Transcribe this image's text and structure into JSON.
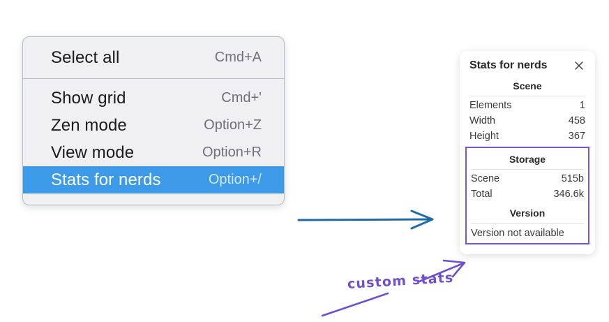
{
  "menu": {
    "groups": [
      {
        "items": [
          {
            "label": "Select all",
            "shortcut": "Cmd+A",
            "selected": false,
            "name": "select-all"
          }
        ]
      },
      {
        "items": [
          {
            "label": "Show grid",
            "shortcut": "Cmd+'",
            "selected": false,
            "name": "show-grid"
          },
          {
            "label": "Zen mode",
            "shortcut": "Option+Z",
            "selected": false,
            "name": "zen-mode"
          },
          {
            "label": "View mode",
            "shortcut": "Option+R",
            "selected": false,
            "name": "view-mode"
          },
          {
            "label": "Stats for nerds",
            "shortcut": "Option+/",
            "selected": true,
            "name": "stats-for-nerds"
          }
        ]
      }
    ],
    "highlight_color": "#3c9ae8",
    "background_color": "#f0f0f2"
  },
  "stats_panel": {
    "title": "Stats for nerds",
    "close_icon": "close-icon",
    "sections": [
      {
        "title": "Scene",
        "name": "scene",
        "rows": [
          {
            "key": "Elements",
            "value": "1"
          },
          {
            "key": "Width",
            "value": "458"
          },
          {
            "key": "Height",
            "value": "367"
          }
        ]
      },
      {
        "title": "Storage",
        "name": "storage",
        "rows": [
          {
            "key": "Scene",
            "value": "515b"
          },
          {
            "key": "Total",
            "value": "346.6k"
          }
        ]
      },
      {
        "title": "Version",
        "name": "version",
        "text": "Version not available"
      }
    ],
    "highlight_color": "#7b52d6"
  },
  "annotations": {
    "custom_stats_label": "custom stats",
    "arrow_blue_color": "#1f6ba8",
    "arrow_purple_color": "#6f4fd1"
  }
}
